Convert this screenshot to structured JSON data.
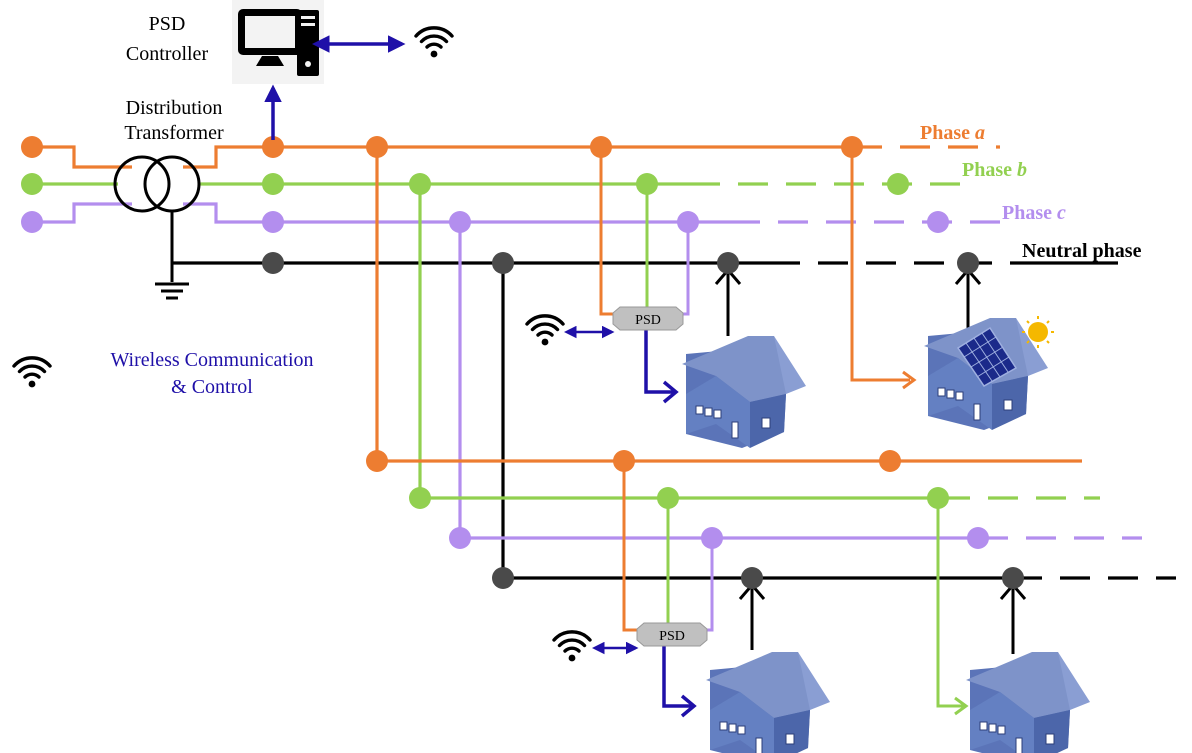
{
  "labels": {
    "psd_controller_line1": "PSD",
    "psd_controller_line2": "Controller",
    "transformer_line1": "Distribution",
    "transformer_line2": "Transformer",
    "phase_a_prefix": "Phase ",
    "phase_a_letter": "a",
    "phase_b_prefix": "Phase ",
    "phase_b_letter": "b",
    "phase_c_prefix": "Phase ",
    "phase_c_letter": "c",
    "neutral": "Neutral phase",
    "legend_line1": "Wireless Communication",
    "legend_line2": "& Control",
    "psd_top": "PSD",
    "psd_bottom": "PSD"
  },
  "colors": {
    "phase_a": "#ED7D31",
    "phase_b": "#92D050",
    "phase_c": "#B38EEE",
    "neutral": "#000000",
    "neutral_node": "#4A4A4A",
    "comm": "#1F10A8",
    "psd_box": "#C0C0C0",
    "house_body": "#5B74B8",
    "house_roof": "#7E93C9",
    "sun": "#F5B800"
  },
  "icons": [
    "computer-icon",
    "wifi-icon",
    "transformer-icon",
    "ground-icon",
    "house-icon",
    "solar-panel-icon",
    "sun-icon"
  ]
}
